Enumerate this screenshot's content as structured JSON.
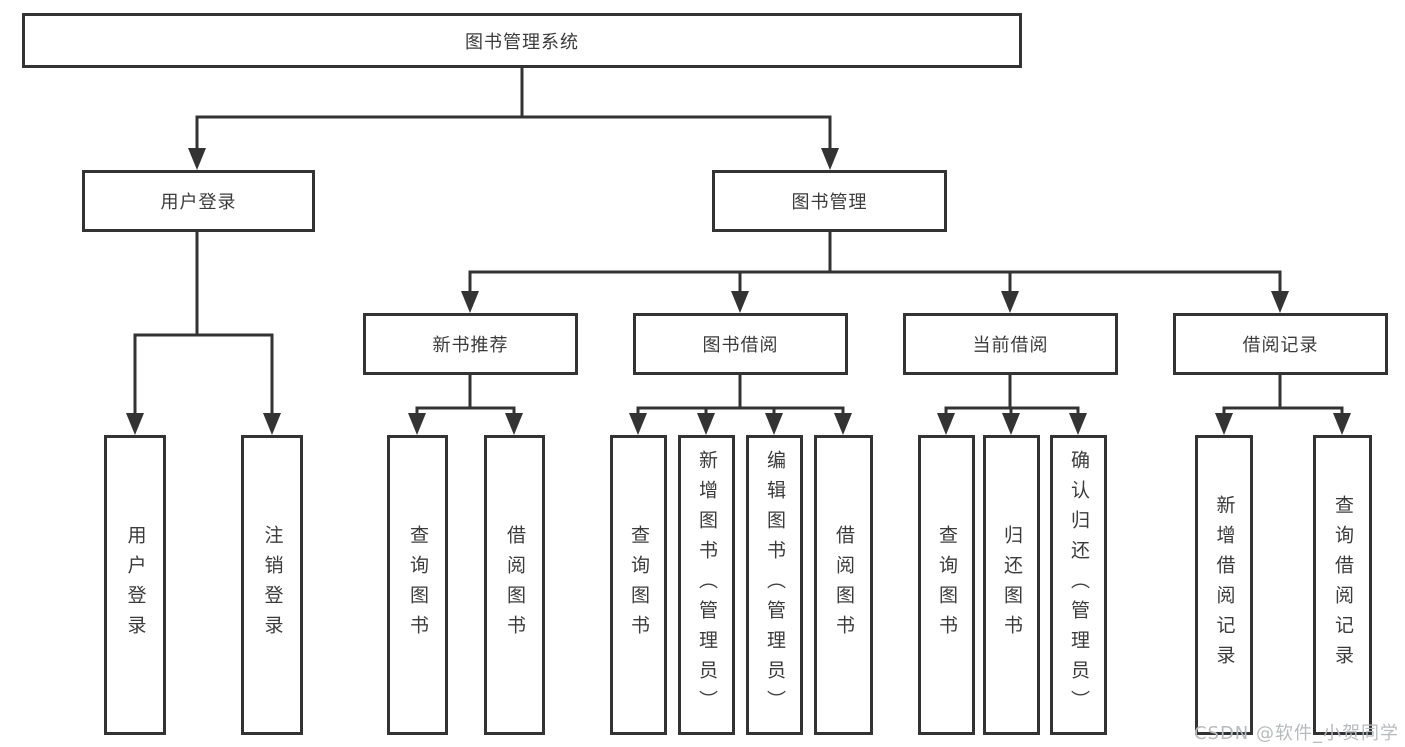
{
  "tree": {
    "label": "图书管理系统",
    "children": [
      {
        "label": "用户登录",
        "children": [
          {
            "label": "用户登录"
          },
          {
            "label": "注销登录"
          }
        ]
      },
      {
        "label": "图书管理",
        "children": [
          {
            "label": "新书推荐",
            "children": [
              {
                "label": "查询图书"
              },
              {
                "label": "借阅图书"
              }
            ]
          },
          {
            "label": "图书借阅",
            "children": [
              {
                "label": "查询图书"
              },
              {
                "label": "新增图书（管理员）"
              },
              {
                "label": "编辑图书（管理员）"
              },
              {
                "label": "借阅图书"
              }
            ]
          },
          {
            "label": "当前借阅",
            "children": [
              {
                "label": "查询图书"
              },
              {
                "label": "归还图书"
              },
              {
                "label": "确认归还（管理员）"
              }
            ]
          },
          {
            "label": "借阅记录",
            "children": [
              {
                "label": "新增借阅记录"
              },
              {
                "label": "查询借阅记录"
              }
            ]
          }
        ]
      }
    ]
  },
  "watermark": {
    "text": "CSDN @软件_小贺同学"
  },
  "colors": {
    "line": "#333333",
    "text": "#3b3b3b",
    "wm": "#b7babd"
  }
}
